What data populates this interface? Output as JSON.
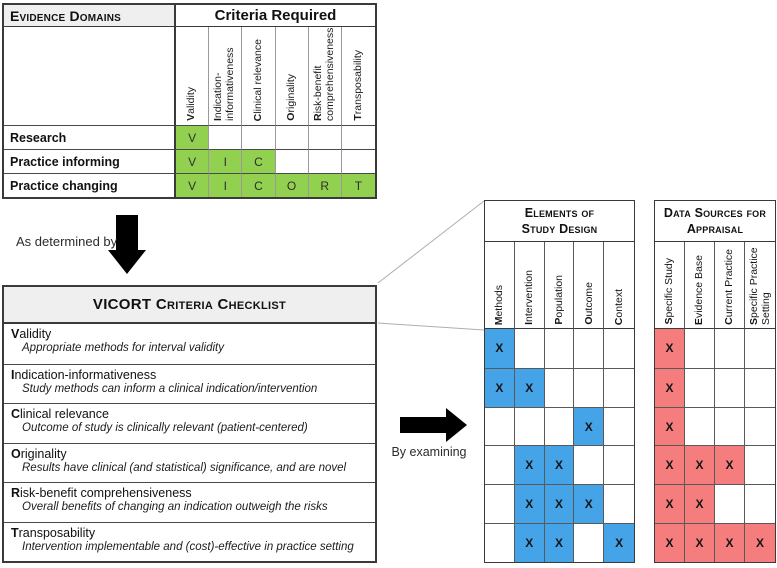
{
  "colors": {
    "green": "#92D050",
    "blue": "#45A3E8",
    "red": "#F57D7D",
    "header_gray": "#EFEFEF",
    "border_dark": "#3A3A3A"
  },
  "top_table": {
    "corner_header": "Evidence Domains",
    "criteria_header": "Criteria Required",
    "columns": [
      {
        "label": "Validity"
      },
      {
        "label": "Indication-informativeness"
      },
      {
        "label": "Clinical relevance"
      },
      {
        "label": "Originality"
      },
      {
        "label": "Risk-benefit comprehensiveness"
      },
      {
        "label": "Transposability"
      }
    ],
    "rows": [
      {
        "label": "Research",
        "letters": [
          "V",
          "",
          "",
          "",
          "",
          ""
        ]
      },
      {
        "label": "Practice informing",
        "letters": [
          "V",
          "I",
          "C",
          "",
          "",
          ""
        ]
      },
      {
        "label": "Practice changing",
        "letters": [
          "V",
          "I",
          "C",
          "O",
          "R",
          "T"
        ]
      }
    ]
  },
  "as_determined_by": "As determined by",
  "by_examining": "By examining",
  "checklist": {
    "title": "VICORT Criteria Checklist",
    "items": [
      {
        "term": "Validity",
        "desc": "Appropriate methods for interval validity"
      },
      {
        "term": "Indication-informativeness",
        "desc": "Study methods can inform a clinical indication/intervention"
      },
      {
        "term": "Clinical relevance",
        "desc": "Outcome of study is clinically relevant (patient-centered)"
      },
      {
        "term": "Originality",
        "desc": "Results have clinical (and statistical) significance, and are novel"
      },
      {
        "term": "Risk-benefit comprehensiveness",
        "desc": "Overall benefits of changing an indication outweigh the risks"
      },
      {
        "term": "Transposability",
        "desc": "Intervention implementable and (cost)-effective in practice setting"
      }
    ]
  },
  "study_design": {
    "title_line1": "Elements of",
    "title_line2": "Study Design",
    "columns": [
      "Methods",
      "Intervention",
      "Population",
      "Outcome",
      "Context"
    ],
    "mark_char": "X",
    "color": "#45A3E8",
    "marks": [
      [
        1,
        0,
        0,
        0,
        0
      ],
      [
        1,
        1,
        0,
        0,
        0
      ],
      [
        0,
        0,
        0,
        1,
        0
      ],
      [
        0,
        1,
        1,
        0,
        0
      ],
      [
        0,
        1,
        1,
        1,
        0
      ],
      [
        0,
        1,
        1,
        0,
        1
      ]
    ]
  },
  "data_sources": {
    "title_line1": "Data Sources for",
    "title_line2": "Appraisal",
    "columns": [
      "Specific Study",
      "Evidence Base",
      "Current Practice",
      "Specific Practice Setting"
    ],
    "mark_char": "X",
    "color": "#F57D7D",
    "marks": [
      [
        1,
        0,
        0,
        0
      ],
      [
        1,
        0,
        0,
        0
      ],
      [
        1,
        0,
        0,
        0
      ],
      [
        1,
        1,
        1,
        0
      ],
      [
        1,
        1,
        0,
        0
      ],
      [
        1,
        1,
        1,
        1
      ]
    ]
  }
}
